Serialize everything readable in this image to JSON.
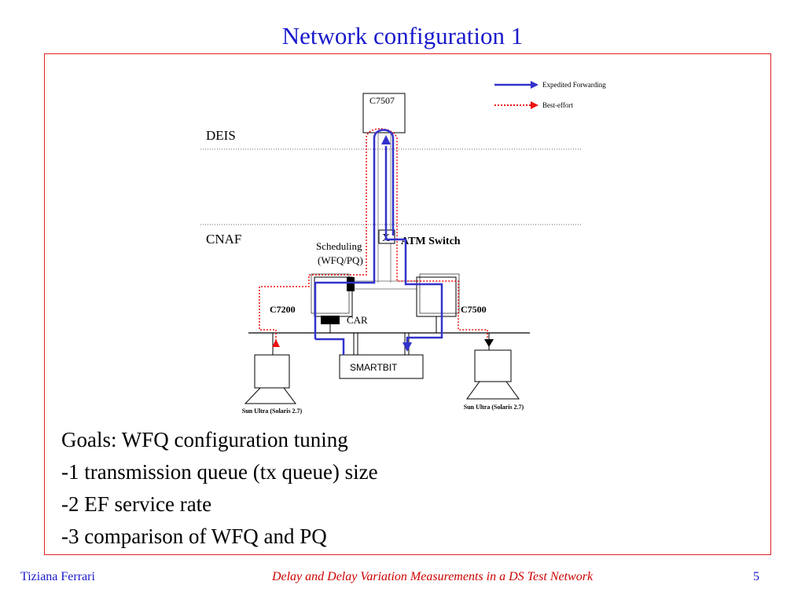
{
  "slide": {
    "title": "Network configuration 1",
    "footer_author": "Tiziana Ferrari",
    "footer_title": "Delay and Delay Variation Measurements in a DS Test Network",
    "page_number": "5"
  },
  "diagram": {
    "legend": [
      {
        "label": "Expedited Forwarding",
        "color": "#3333cc",
        "style": "solid"
      },
      {
        "label": "Best-effort",
        "color": "#ee1111",
        "style": "dotted"
      }
    ],
    "zones": [
      "DEIS",
      "CNAF"
    ],
    "nodes": {
      "c7507": "C7507",
      "c7200": "C7200",
      "c7500": "C7500",
      "atm_symbol": "X",
      "atm_label": "ATM Switch",
      "smartbit": "SMARTBIT",
      "car": "CAR",
      "scheduling_line1": "Scheduling",
      "scheduling_line2": "(WFQ/PQ)",
      "host_left": "Sun Ultra (Solaris 2.7)",
      "host_right": "Sun Ultra (Solaris 2.7)"
    }
  },
  "goals": {
    "lines": [
      "Goals: WFQ configuration tuning",
      "-1 transmission queue (tx queue) size",
      "-2 EF service rate",
      "-3 comparison of WFQ and PQ"
    ]
  }
}
